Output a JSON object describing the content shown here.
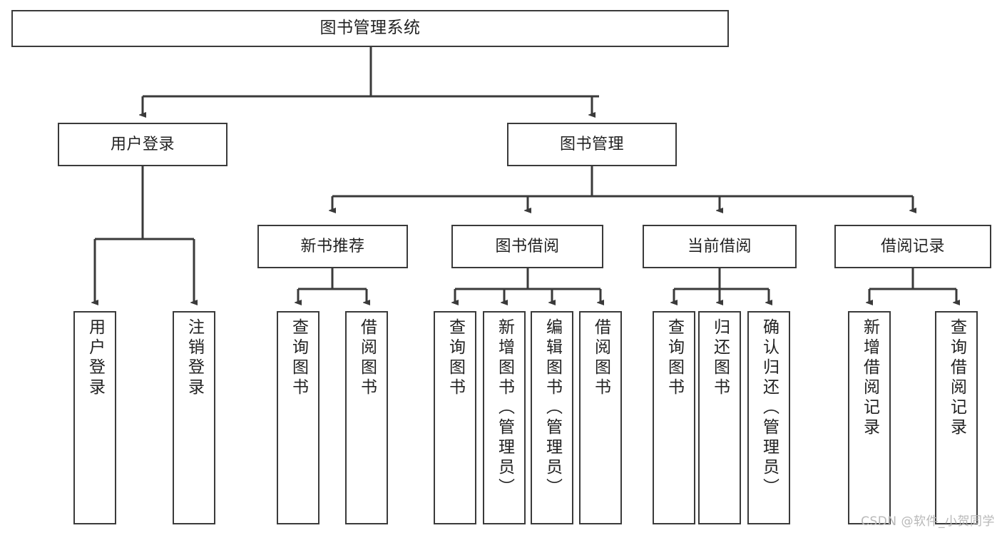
{
  "diagram": {
    "title": "图书管理系统",
    "type": "tree-hierarchy-diagram",
    "colors": {
      "background": "#ffffff",
      "node_fill": "#ffffff",
      "node_border": "#3a3a3a",
      "connector": "#3a3a3a",
      "text": "#222222",
      "watermark": "#b8b8b8"
    },
    "watermark": "CSDN @软件_小贺同学",
    "root": {
      "label": "图书管理系统"
    },
    "level1": [
      {
        "label": "用户登录"
      },
      {
        "label": "图书管理"
      }
    ],
    "level2": [
      {
        "label": "新书推荐"
      },
      {
        "label": "图书借阅"
      },
      {
        "label": "当前借阅"
      },
      {
        "label": "借阅记录"
      }
    ],
    "leaves": {
      "user_login": [
        {
          "label": "用户登录"
        },
        {
          "label": "注销登录"
        }
      ],
      "new_book_recommend": [
        {
          "label": "查询图书"
        },
        {
          "label": "借阅图书"
        }
      ],
      "book_borrow": [
        {
          "label": "查询图书"
        },
        {
          "label": "新增图书（管理员）"
        },
        {
          "label": "编辑图书（管理员）"
        },
        {
          "label": "借阅图书"
        }
      ],
      "current_borrow": [
        {
          "label": "查询图书"
        },
        {
          "label": "归还图书"
        },
        {
          "label": "确认归还（管理员）"
        }
      ],
      "borrow_record": [
        {
          "label": "新增借阅记录"
        },
        {
          "label": "查询借阅记录"
        }
      ]
    }
  }
}
